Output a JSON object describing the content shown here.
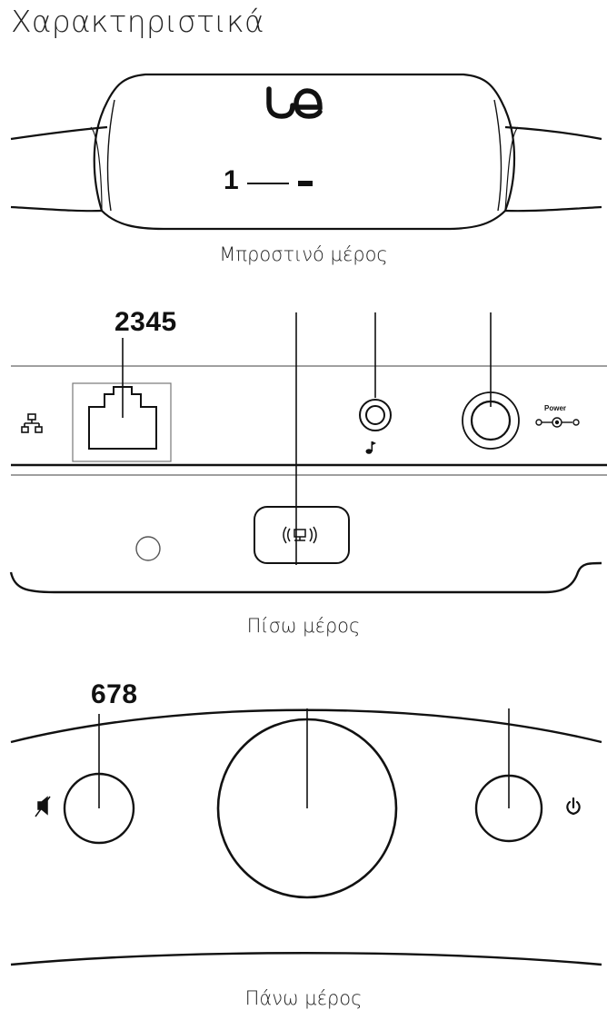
{
  "title": "Χαρακτηριστικά",
  "front": {
    "caption": "Μπροστινό μέρος",
    "logo": "ue",
    "callout": "1"
  },
  "back": {
    "caption": "Πίσω μέρος",
    "callout": "2345",
    "power_label": "Power",
    "icons": [
      "ethernet-icon",
      "music-note-icon",
      "wireless-setup-icon",
      "power-connector-icon"
    ]
  },
  "top": {
    "caption": "Πάνω μέρος",
    "callout": "678",
    "icons": [
      "mute-icon",
      "power-icon"
    ]
  }
}
